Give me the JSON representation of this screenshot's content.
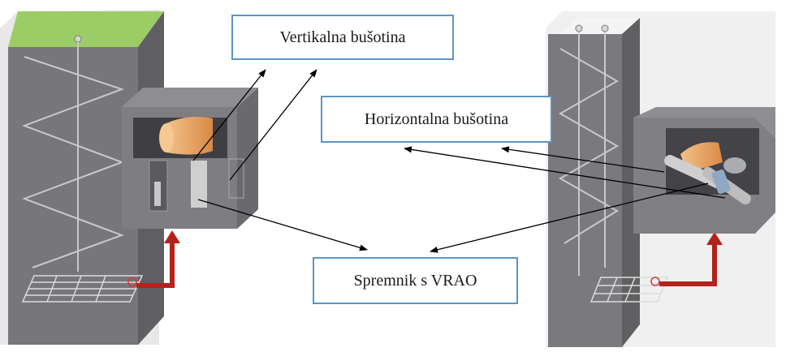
{
  "labels": {
    "vertical_borehole": "Vertikalna bušotina",
    "horizontal_borehole": "Horizontalna bušotina",
    "container": "Spremnik s VRAO"
  },
  "colors": {
    "rock": "#77767a",
    "rock_dark": "#5f5e62",
    "rock_light": "#8e8d91",
    "surface": "#9ccc65",
    "waste_package": "#e8a565",
    "arrow_red": "#b3221b",
    "label_border": "#5b95c4"
  }
}
